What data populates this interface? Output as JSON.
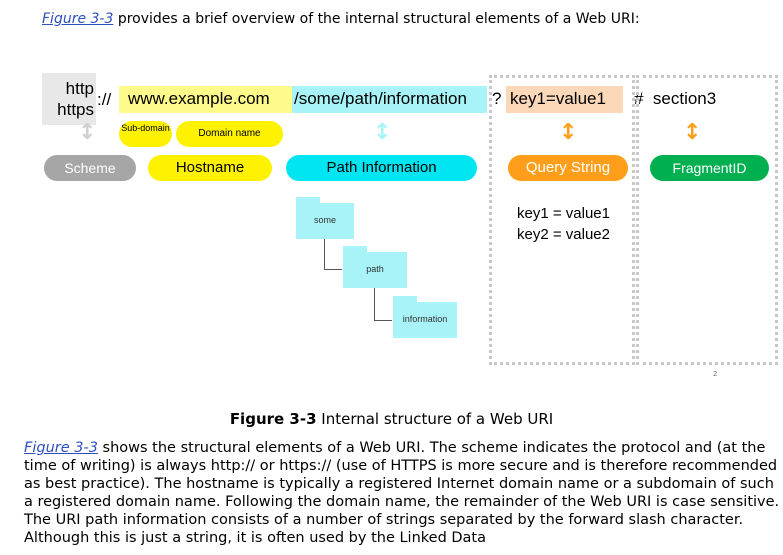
{
  "intro": {
    "link": "Figure 3-3",
    "text": " provides a brief overview of the internal structural elements of a Web URI:"
  },
  "uri": {
    "scheme_http": "http",
    "scheme_https": "https",
    "separator": "://",
    "host": "www.example.com",
    "path": "/some/path/information",
    "qmark": "?",
    "query": "key1=value1",
    "fragment": "#  section3"
  },
  "labels": {
    "subdomain": "Sub-domain",
    "domain_name": "Domain name",
    "scheme": "Scheme",
    "hostname": "Hostname",
    "path_info": "Path Information",
    "query_string": "Query String",
    "fragment_id": "FragmentID"
  },
  "folders": [
    "some",
    "path",
    "information"
  ],
  "query_pairs": [
    "key1 = value1",
    "key2 = value2"
  ],
  "page_number": "2",
  "caption": {
    "label": "Figure 3-3",
    "text": " Internal structure of a Web URI"
  },
  "body": {
    "link": "Figure 3-3",
    "text": " shows the structural elements of a Web URI. The scheme indicates the protocol and (at the time of writing) is always http:// or https:// (use of HTTPS is more secure and is therefore recommended as best practice). The hostname is typically a registered Internet domain name or a subdomain of such a registered domain name. Following the domain name, the remainder of the Web URI is case sensitive. The URI path information consists of a number of strings separated by the forward slash character. Although this is just a string, it is often used by the Linked Data"
  },
  "colors": {
    "scheme_gray": "#a6a6a6",
    "host_yellow": "#fff200",
    "path_cyan": "#00e5f2",
    "query_orange": "#ff9e1a",
    "fragment_green": "#00b050",
    "link_blue": "#2e4fbf"
  }
}
